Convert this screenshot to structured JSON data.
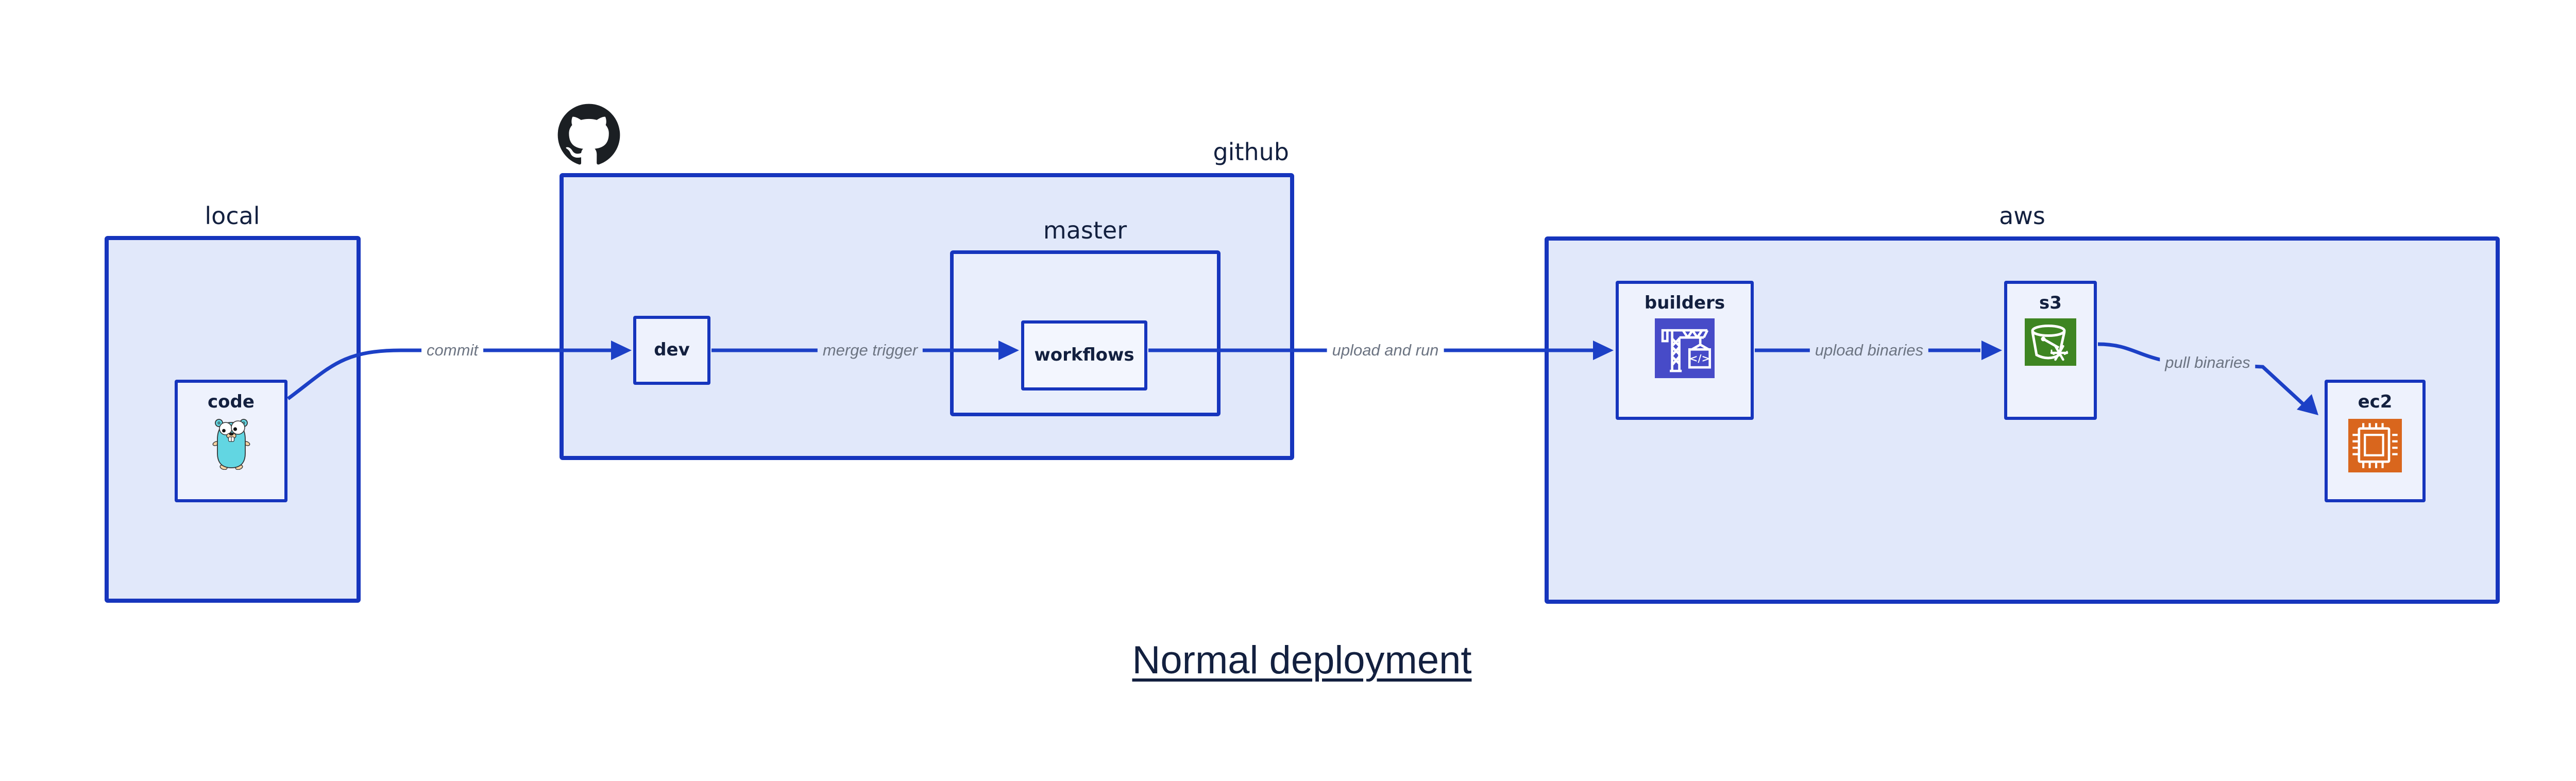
{
  "title": {
    "text": "Normal deployment"
  },
  "groups": {
    "local": {
      "label": "local"
    },
    "github": {
      "label": "github"
    },
    "master": {
      "label": "master"
    },
    "aws": {
      "label": "aws"
    }
  },
  "nodes": {
    "code": {
      "label": "code",
      "icon": "go-gopher-icon"
    },
    "dev": {
      "label": "dev"
    },
    "workflows": {
      "label": "workflows"
    },
    "builders": {
      "label": "builders",
      "icon": "codebuild-crane-icon"
    },
    "s3": {
      "label": "s3",
      "icon": "s3-glacier-bucket-icon"
    },
    "ec2": {
      "label": "ec2",
      "icon": "ec2-chip-icon"
    }
  },
  "edges": {
    "commit": {
      "label": "commit"
    },
    "merge_trigger": {
      "label": "merge trigger"
    },
    "upload_and_run": {
      "label": "upload and run"
    },
    "upload_binaries": {
      "label": "upload binaries"
    },
    "pull_binaries": {
      "label": "pull binaries"
    }
  },
  "icons": {
    "github_logo": "github-octocat-logo",
    "code": "go-gopher-icon",
    "builders": "codebuild-crane-icon",
    "s3": "s3-glacier-bucket-icon",
    "ec2": "ec2-chip-icon"
  },
  "colors": {
    "border_blue": "#1635bd",
    "edge_blue": "#1c40c6",
    "group_fill": "#e1e8fa",
    "subgroup_fill": "#e9eefc",
    "node_fill": "#eef2fd",
    "workflows_fill": "#f3f6fe",
    "label_navy": "#13203f",
    "edge_label_gray": "#6c7482",
    "github_black": "#1b1f23",
    "gopher_teal": "#62d6e2",
    "codebuild_indigo": "#474bc8",
    "s3_green": "#3e8522",
    "ec2_orange": "#d9661d",
    "background": "#ffffff"
  }
}
